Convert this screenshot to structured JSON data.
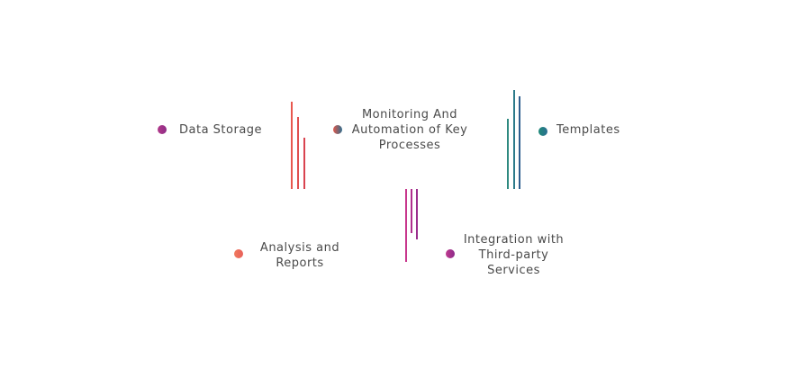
{
  "items": [
    {
      "lines": [
        "Data Storage"
      ],
      "dot_colors": [
        "#b23a8a",
        "#8e2c86"
      ],
      "bar_colors": [
        "#e8584e",
        "#e0504f",
        "#d9434f"
      ]
    },
    {
      "lines": [
        "Monitoring And",
        "Automation of Key",
        "Processes"
      ],
      "dot_colors": [
        "#e0584a",
        "#2f6f8f"
      ],
      "bar_colors": []
    },
    {
      "lines": [
        "Templates"
      ],
      "dot_colors": [
        "#1f8a78",
        "#2b6f92"
      ],
      "bar_colors": [
        "#2f8a80",
        "#2c7a8a",
        "#2f5f8f"
      ]
    },
    {
      "lines": [
        "Analysis and",
        "Reports"
      ],
      "dot_colors": [
        "#f07a5e",
        "#e8605a"
      ],
      "bar_colors": []
    },
    {
      "lines": [
        "Integration with",
        "Third-party",
        "Services"
      ],
      "dot_colors": [
        "#c03a8e",
        "#8c2a8a"
      ],
      "bar_colors": [
        "#c8368c",
        "#b02f8e",
        "#9a2d8c"
      ]
    }
  ],
  "axis_colors": [
    "#6b63b8",
    "#c9a7dd"
  ]
}
